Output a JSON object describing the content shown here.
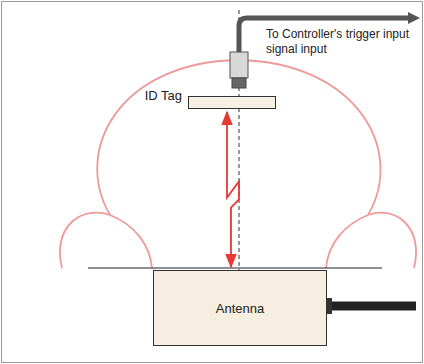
{
  "diagram": {
    "nodes": [
      {
        "text": [
          "ID Tag"
        ]
      },
      {
        "text": [
          "Antenna"
        ]
      }
    ],
    "edges": [
      {
        "from": 0,
        "to": 1,
        "arrow": "both"
      }
    ],
    "labels": [
      "To Controller's trigger input signal input"
    ]
  }
}
